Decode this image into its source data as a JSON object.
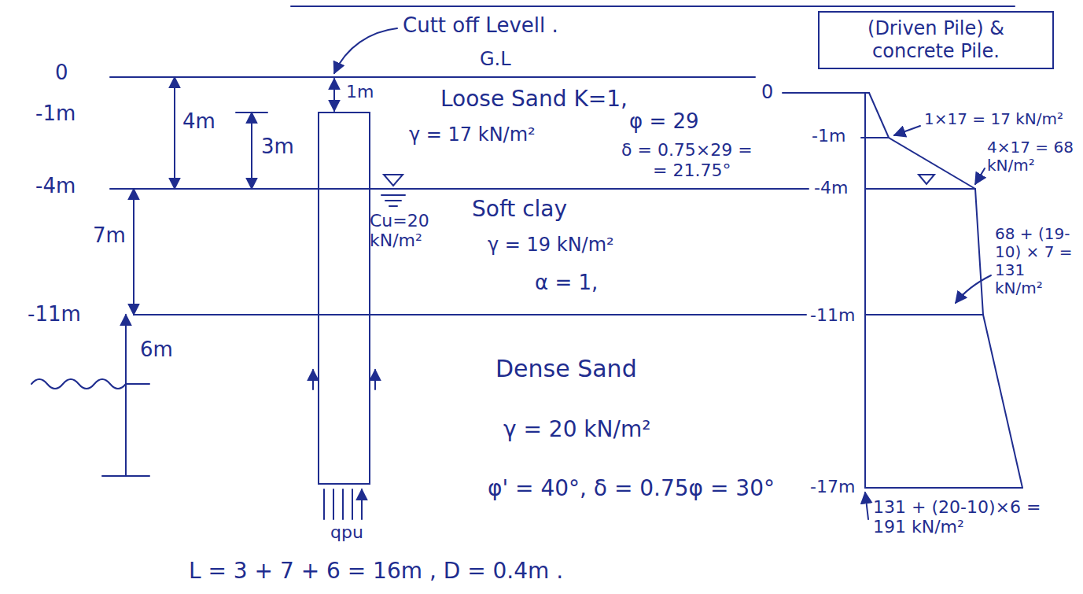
{
  "diagram": {
    "nodes": [
      {
        "text": [
          "(Driven Pile) & concrete Pile."
        ]
      }
    ],
    "labels": [
      "0",
      "-1m",
      "-4m",
      "-11m",
      "4m",
      "3m",
      "7m",
      "6m",
      "1m",
      "Cutt off Levell .",
      "G.L",
      "Loose Sand K=1,",
      "γ = 17 kN/m²",
      "φ = 29",
      "δ = 0.75×29 =",
      "= 21.75°",
      "Soft clay",
      "Cu=20 kN/m²",
      "γ = 19 kN/m²",
      "α = 1,",
      "Dense Sand",
      "γ = 20 kN/m²",
      "φ' = 40°, δ = 0.75φ = 30°",
      "qpu",
      "L = 3 + 7 + 6 = 16m , D = 0.4m .",
      "0",
      "-1m",
      "1×17 = 17 kN/m²",
      "-4m",
      "4×17 = 68 kN/m²",
      "68 + (19-10) × 7 = 131 kN/m²",
      "-11m",
      "-17m",
      "131 + (20-10)×6 = 191 kN/m²"
    ]
  }
}
